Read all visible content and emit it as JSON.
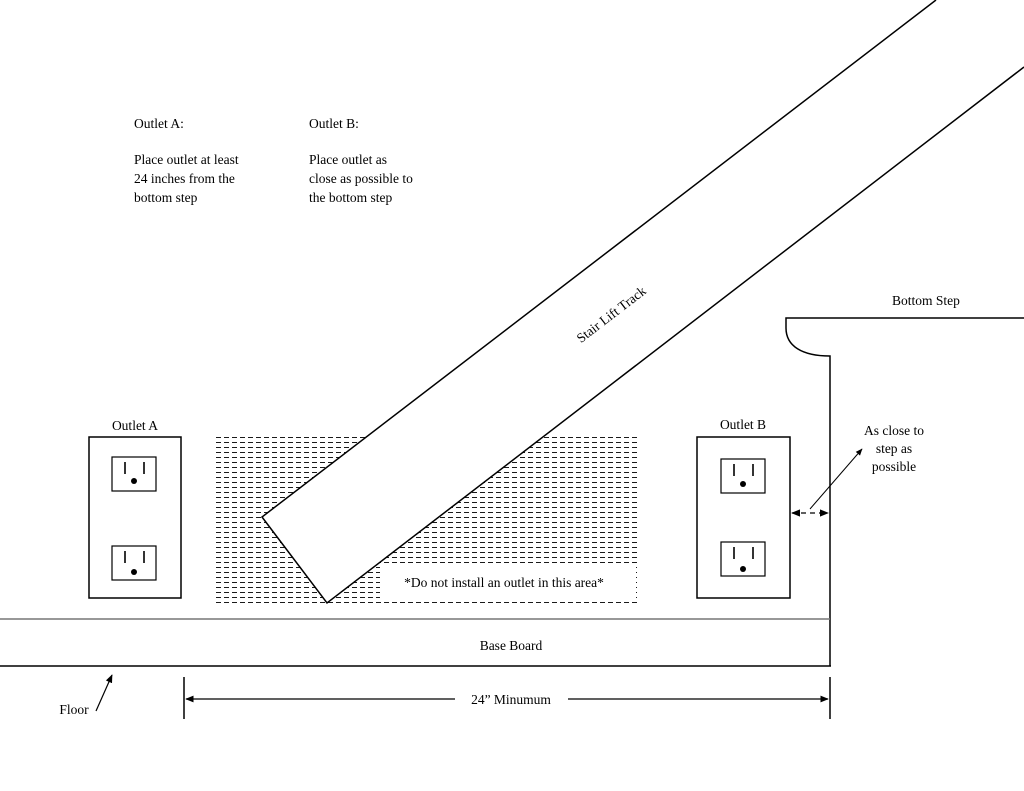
{
  "notes": {
    "outlet_a": {
      "heading": "Outlet A:",
      "lines": [
        "Place outlet at least",
        "24 inches from the",
        "bottom step"
      ]
    },
    "outlet_b": {
      "heading": "Outlet B:",
      "lines": [
        "Place outlet as",
        "close as possible to",
        "the bottom step"
      ]
    }
  },
  "labels": {
    "bottom_step": "Bottom Step",
    "track": "Stair Lift Track",
    "outlet_a": "Outlet A",
    "outlet_b": "Outlet B",
    "close_lines": [
      "As close to",
      "step as",
      "possible"
    ],
    "no_install": "*Do not install an outlet in this area*",
    "base_board": "Base Board",
    "floor": "Floor",
    "min_distance": "24” Minumum"
  }
}
